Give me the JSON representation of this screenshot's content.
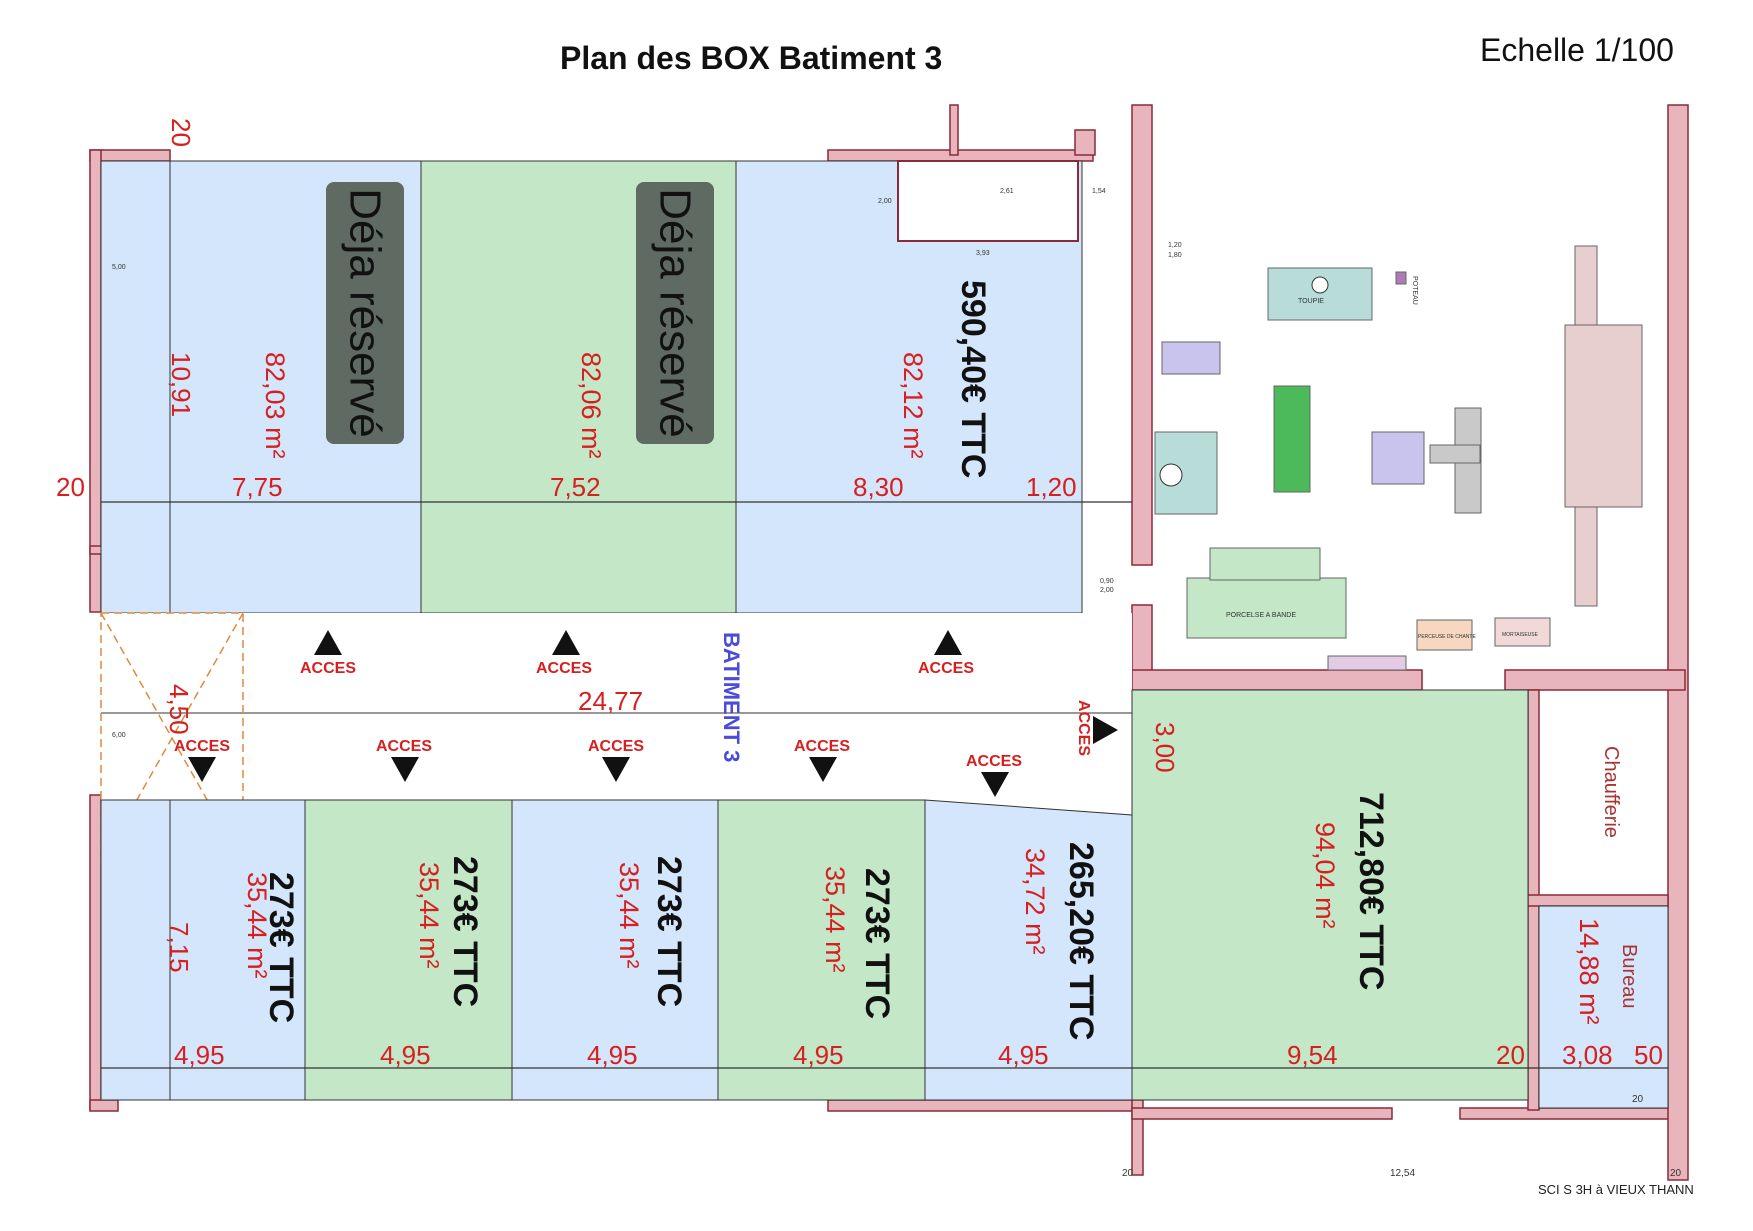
{
  "title": "Plan des BOX Batiment 3",
  "scale": "Echelle 1/100",
  "footer": "SCI S 3H à VIEUX THANN",
  "corridor_label": "BATIMENT 3",
  "acces_label": "ACCES",
  "reserved_label": "Déja réservé",
  "colors": {
    "blue": "#d4e6fb",
    "green": "#c3e7c7",
    "wall": "#e8b5bd",
    "text_red": "#d71f1f",
    "corridor_text": "#4a4adb"
  },
  "top_boxes": [
    {
      "area": "82,03 m²",
      "width": "7,75",
      "reserved": true
    },
    {
      "area": "82,06 m²",
      "width": "7,52",
      "reserved": true
    },
    {
      "area": "82,12 m²",
      "width": "8,30",
      "price": "590,40€ TTC",
      "reserved": false
    }
  ],
  "bottom_boxes": [
    {
      "price": "273€ TTC",
      "area": "35,44 m²",
      "width": "4,95"
    },
    {
      "price": "273€ TTC",
      "area": "35,44 m²",
      "width": "4,95"
    },
    {
      "price": "273€ TTC",
      "area": "35,44 m²",
      "width": "4,95"
    },
    {
      "price": "273€ TTC",
      "area": "35,44 m²",
      "width": "4,95"
    },
    {
      "price": "265,20€ TTC",
      "area": "34,72 m²",
      "width": "4,95"
    }
  ],
  "big_box": {
    "price": "712,80€ TTC",
    "area": "94,04 m²",
    "width": "9,54"
  },
  "bureau": {
    "label": "Bureau",
    "area": "14,88 m²",
    "width": "3,08"
  },
  "chaufferie": "Chaufferie",
  "dims": {
    "top_wall": "20",
    "left_wall": "20",
    "top_height": "10,91",
    "right_extra": "1,20",
    "corridor_width": "4,50",
    "corridor_length": "24,77",
    "right_height": "3,00",
    "bottom_height": "7,15",
    "wall_20b": "20",
    "wall_50": "50",
    "bottom_20_left": "20",
    "bottom_1254": "12,54",
    "bottom_20_right": "20",
    "wall_20_right": "20"
  },
  "small_labels": {
    "wc_width": "3,93",
    "wc_a": "2,61",
    "wc_b": "1,54",
    "wc_c": "2,00",
    "m120": "1,20",
    "m180": "1,80",
    "m500": "5,00",
    "m600": "6,00",
    "m090": "0,90",
    "m200": "2,00",
    "porcelse": "PORCELSE A BANDE",
    "perceuse": "PERCEUSE DE CHANTE",
    "mortaiseuse": "MORTAISEUSE",
    "toupie": "TOUPIE",
    "poteau": "POTEAU"
  }
}
